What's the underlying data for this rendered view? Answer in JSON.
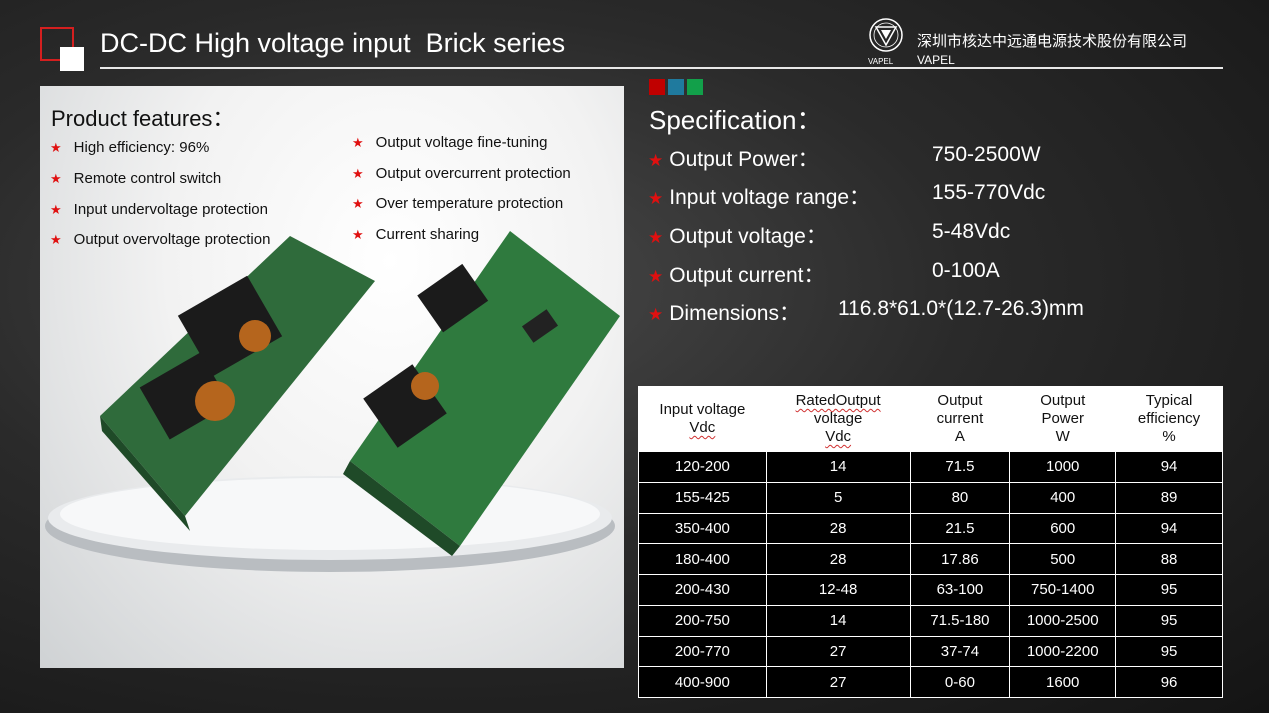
{
  "header": {
    "title": "DC-DC High voltage input  Brick series",
    "company_name": "深圳市核达中远通电源技术股份有限公司",
    "company_sub": "VAPEL",
    "logo_label": "VAPEL"
  },
  "features": {
    "title": "Product features：",
    "left": [
      "High efficiency: 96%",
      "Remote control switch",
      "Input undervoltage protection",
      "Output overvoltage protection"
    ],
    "right": [
      "Output voltage fine-tuning",
      "Output overcurrent protection",
      "Over temperature protection",
      "Current sharing"
    ]
  },
  "colors": {
    "accent_red": "#c00000",
    "accent_teal": "#1f7a9e",
    "accent_green": "#12a04a",
    "star": "#e01010"
  },
  "spec": {
    "title": "Specification：",
    "rows": [
      {
        "label": "Output Power：",
        "value": "750-2500W"
      },
      {
        "label": "Input voltage range：",
        "value": "155-770Vdc"
      },
      {
        "label": "Output voltage：",
        "value": "5-48Vdc"
      },
      {
        "label": "Output current：",
        "value": "0-100A"
      },
      {
        "label": "Dimensions：",
        "value": "116.8*61.0*(12.7-26.3)mm"
      }
    ]
  },
  "table": {
    "headers": [
      [
        "Input voltage",
        "Vdc"
      ],
      [
        "RatedOutput",
        "voltage",
        "Vdc"
      ],
      [
        "Output",
        "current",
        "A"
      ],
      [
        "Output",
        "Power",
        "W"
      ],
      [
        "Typical",
        "efficiency",
        "%"
      ]
    ],
    "rows": [
      [
        "120-200",
        "14",
        "71.5",
        "1000",
        "94"
      ],
      [
        "155-425",
        "5",
        "80",
        "400",
        "89"
      ],
      [
        "350-400",
        "28",
        "21.5",
        "600",
        "94"
      ],
      [
        "180-400",
        "28",
        "17.86",
        "500",
        "88"
      ],
      [
        "200-430",
        "12-48",
        "63-100",
        "750-1400",
        "95"
      ],
      [
        "200-750",
        "14",
        "71.5-180",
        "1000-2500",
        "95"
      ],
      [
        "200-770",
        "27",
        "37-74",
        "1000-2200",
        "95"
      ],
      [
        "400-900",
        "27",
        "0-60",
        "1600",
        "96"
      ]
    ]
  }
}
